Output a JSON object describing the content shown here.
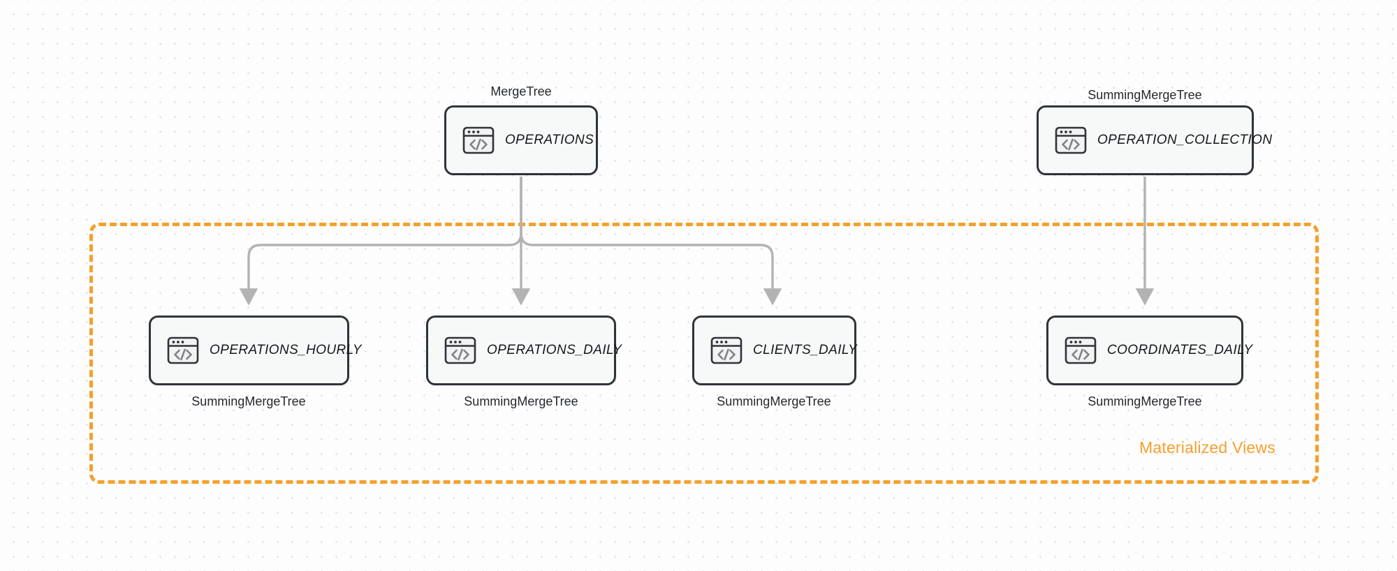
{
  "diagram": {
    "title": "ClickHouse table / materialized view topology",
    "background_color": "#fdfdfd",
    "accent_color": "#f5a02c",
    "node_border_color": "#2f343b",
    "node_fill_color": "#f7f8f8",
    "edge_color": "#b3b3b3"
  },
  "group": {
    "label": "Materialized Views",
    "color": "#f5a02c",
    "style": "dashed"
  },
  "source_nodes": [
    {
      "id": "operations",
      "label": "OPERATIONS",
      "engine": "MergeTree",
      "engine_position": "above",
      "icon": "code-window-icon"
    },
    {
      "id": "operation_collection",
      "label": "OPERATION_COLLECTION",
      "engine": "SummingMergeTree",
      "engine_position": "above",
      "icon": "code-window-icon"
    }
  ],
  "view_nodes": [
    {
      "id": "operations_hourly",
      "label": "OPERATIONS_HOURLY",
      "engine": "SummingMergeTree",
      "engine_position": "below",
      "icon": "code-window-icon"
    },
    {
      "id": "operations_daily",
      "label": "OPERATIONS_DAILY",
      "engine": "SummingMergeTree",
      "engine_position": "below",
      "icon": "code-window-icon"
    },
    {
      "id": "clients_daily",
      "label": "CLIENTS_DAILY",
      "engine": "SummingMergeTree",
      "engine_position": "below",
      "icon": "code-window-icon"
    },
    {
      "id": "coordinates_daily",
      "label": "COORDINATES_DAILY",
      "engine": "SummingMergeTree",
      "engine_position": "below",
      "icon": "code-window-icon"
    }
  ],
  "edges": [
    {
      "from": "operations",
      "to": "operations_hourly",
      "arrow": true
    },
    {
      "from": "operations",
      "to": "operations_daily",
      "arrow": true
    },
    {
      "from": "operations",
      "to": "clients_daily",
      "arrow": true
    },
    {
      "from": "operation_collection",
      "to": "coordinates_daily",
      "arrow": true
    }
  ]
}
